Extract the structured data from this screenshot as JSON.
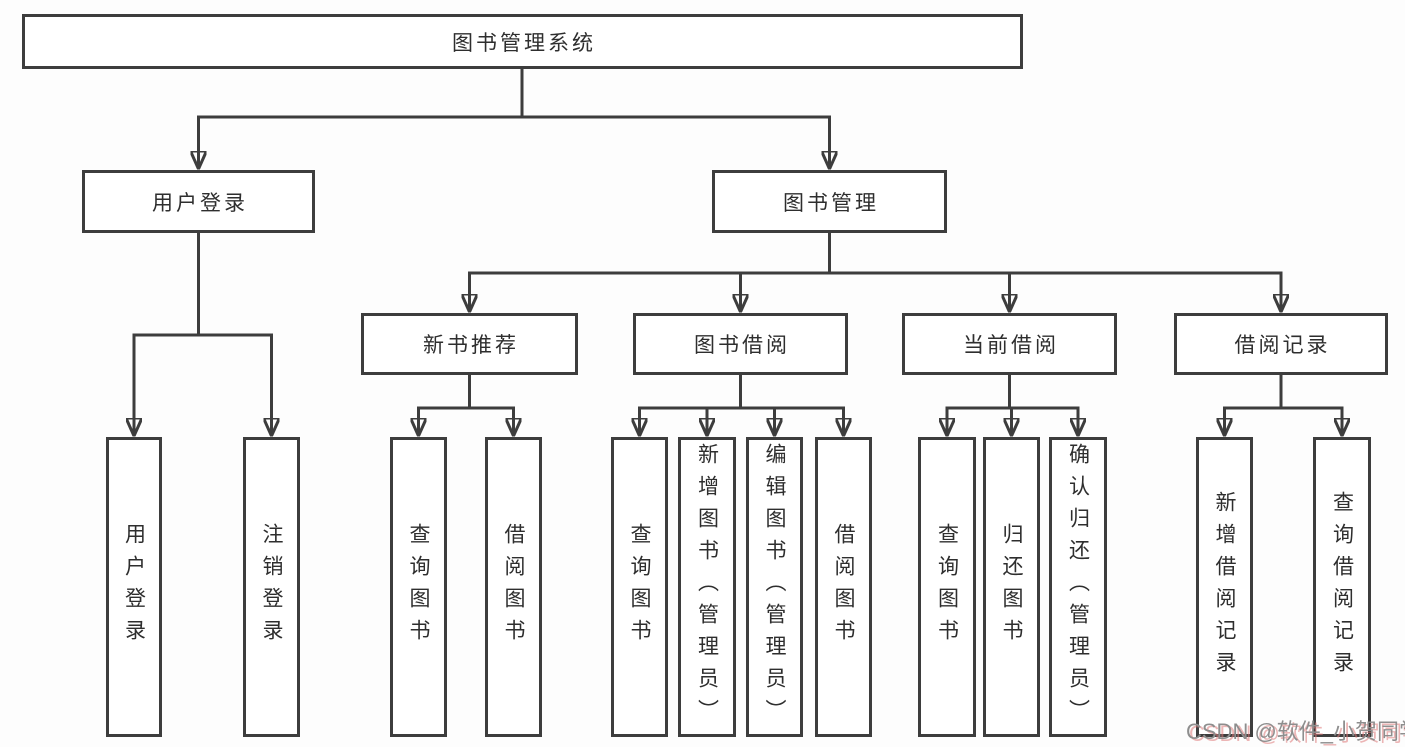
{
  "diagram": {
    "type": "tree",
    "title": "图书管理系统",
    "watermark": "CSDN @软件_小贺同学",
    "colors": {
      "line": "#3d3d3d",
      "border": "#3d3d3d",
      "text": "#2e2e2e",
      "box_background": "#ffffff",
      "watermark_text": "#8e8e8e",
      "watermark_shadow": "#de7a7a"
    },
    "root": {
      "label": "图书管理系统"
    },
    "level2": [
      {
        "label": "用户登录",
        "parent": "图书管理系统"
      },
      {
        "label": "图书管理",
        "parent": "图书管理系统"
      }
    ],
    "level3": [
      {
        "label": "新书推荐",
        "parent": "图书管理"
      },
      {
        "label": "图书借阅",
        "parent": "图书管理"
      },
      {
        "label": "当前借阅",
        "parent": "图书管理"
      },
      {
        "label": "借阅记录",
        "parent": "图书管理"
      }
    ],
    "leaves": [
      {
        "label": "用户登录",
        "parent": "用户登录"
      },
      {
        "label": "注销登录",
        "parent": "用户登录"
      },
      {
        "label": "查询图书",
        "parent": "新书推荐"
      },
      {
        "label": "借阅图书",
        "parent": "新书推荐"
      },
      {
        "label": "查询图书",
        "parent": "图书借阅"
      },
      {
        "label": "新增图书（管理员）",
        "parent": "图书借阅"
      },
      {
        "label": "编辑图书（管理员）",
        "parent": "图书借阅"
      },
      {
        "label": "借阅图书",
        "parent": "图书借阅"
      },
      {
        "label": "查询图书",
        "parent": "当前借阅"
      },
      {
        "label": "归还图书",
        "parent": "当前借阅"
      },
      {
        "label": "确认归还（管理员）",
        "parent": "当前借阅"
      },
      {
        "label": "新增借阅记录",
        "parent": "借阅记录"
      },
      {
        "label": "查询借阅记录",
        "parent": "借阅记录"
      }
    ]
  }
}
